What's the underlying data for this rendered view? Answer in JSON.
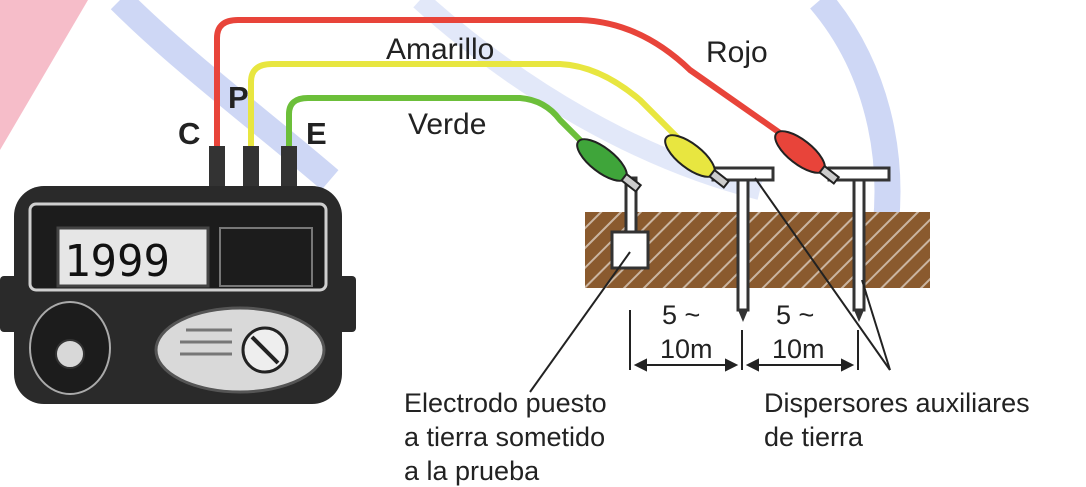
{
  "wires": {
    "red": "Rojo",
    "yellow": "Amarillo",
    "green": "Verde"
  },
  "terminals": {
    "c": "C",
    "p": "P",
    "e": "E"
  },
  "meter": {
    "display": "1999"
  },
  "distances": {
    "first_value": "5 ~",
    "first_unit": "10m",
    "second_value": "5 ~",
    "second_unit": "10m"
  },
  "labels": {
    "electrode_line1": "Electrodo puesto",
    "electrode_line2": "a tierra sometido",
    "electrode_line3": "a la prueba",
    "auxiliary_line1": "Dispersores auxiliares",
    "auxiliary_line2": "de tierra"
  },
  "colors": {
    "red_wire": "#e8443a",
    "yellow_wire": "#e8e640",
    "green_wire": "#6cbf3a",
    "soil": "#8a5a2e",
    "watermark_blue": "#c9d3f4",
    "watermark_red": "#f6b6c4"
  }
}
